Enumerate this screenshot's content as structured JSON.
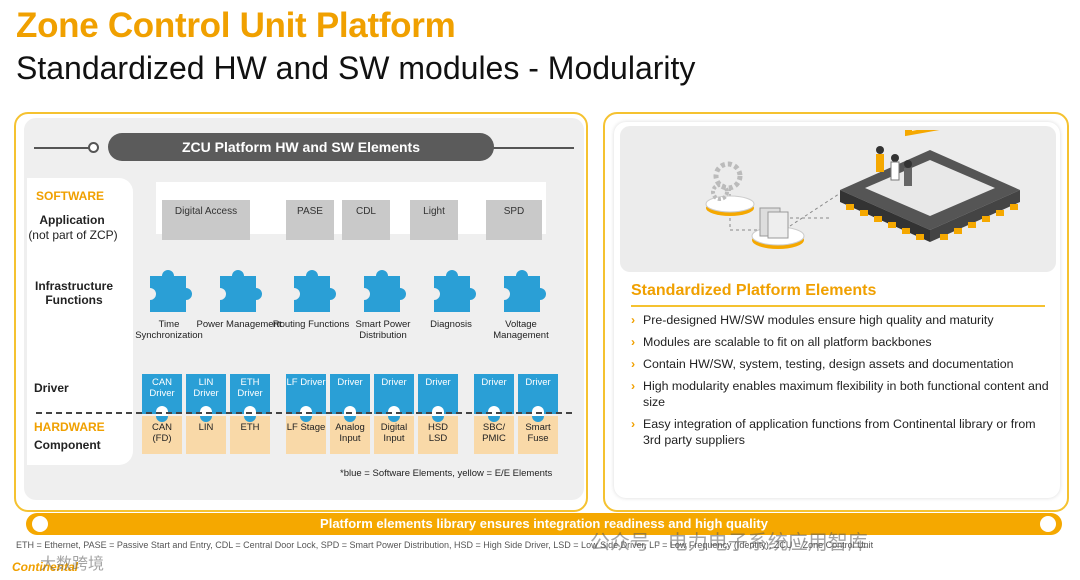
{
  "title": "Zone Control Unit Platform",
  "subtitle": "Standardized HW and SW modules - Modularity",
  "left_panel": {
    "header": "ZCU Platform HW and SW Elements",
    "labels": {
      "software": "SOFTWARE",
      "application": "Application",
      "application_note": "(not part of ZCP)",
      "infrastructure": "Infrastructure Functions",
      "driver": "Driver",
      "hardware": "HARDWARE",
      "component": "Component"
    },
    "application_pieces": [
      "Digital Access",
      "PASE",
      "CDL",
      "Light",
      "SPD"
    ],
    "infrastructure": [
      "Time Synchronization",
      "Power Management",
      "Routing Functions",
      "Smart Power Distribution",
      "Diagnosis",
      "Voltage Management"
    ],
    "drivers": [
      "CAN Driver",
      "LIN Driver",
      "ETH Driver",
      "LF Driver",
      "Driver",
      "Driver",
      "Driver",
      "Driver",
      "Driver"
    ],
    "components": [
      "CAN (FD)",
      "LIN",
      "ETH",
      "LF Stage",
      "Analog Input",
      "Digital Input",
      "HSD LSD",
      "SBC/ PMIC",
      "Smart Fuse"
    ],
    "footnote": "*blue = Software Elements, yellow = E/E Elements"
  },
  "right_panel": {
    "section_title": "Standardized Platform Elements",
    "bullets": [
      "Pre-designed HW/SW modules ensure high quality and maturity",
      "Modules are scalable to fit on all platform backbones",
      "Contain HW/SW, system, testing, design assets and documentation",
      "High modularity enables maximum flexibility  in both functional content and size",
      "Easy integration of application functions from Continental library or from 3rd party suppliers"
    ]
  },
  "bottom_bar": "Platform elements library ensures integration readiness and high quality",
  "abbreviations": "ETH = Ethernet, PASE = Passive Start and Entry, CDL = Central Door Lock, SPD = Smart Power Distribution, HSD = High Side Driver, LSD = Low Side Driver, LF = Low Frequency (Identity), ZCU = Zone Control Unit",
  "logo": "Continental",
  "watermarks": [
    "公众号 · 电力电子系统应用智库",
    "大数跨境"
  ],
  "colors": {
    "accent": "#f0a000",
    "software_blue": "#2a9fd6",
    "hardware_yellow": "#f9d9a8",
    "header_gray": "#5b5b5b"
  },
  "icons": {
    "puzzle": "puzzle-piece-icon",
    "chip": "chip-illustration",
    "gear": "gear-icon",
    "documents": "document-stack-icon"
  }
}
